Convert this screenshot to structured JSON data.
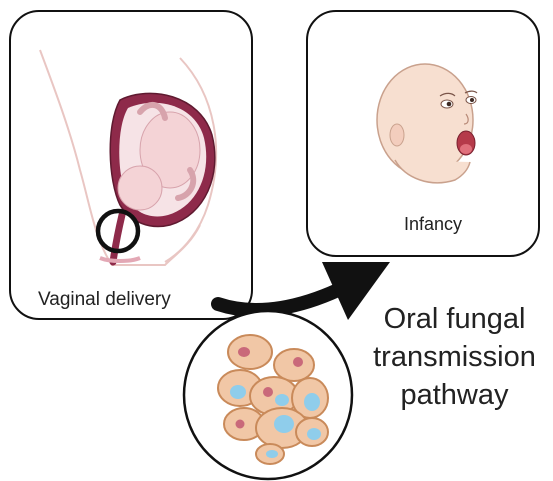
{
  "panels": {
    "left": {
      "label": "Vaginal delivery"
    },
    "right": {
      "label": "Infancy"
    }
  },
  "pathway": {
    "lines": [
      "Oral fungal",
      "transmission",
      "pathway"
    ]
  },
  "colors": {
    "outline": "#111111",
    "uterus": "#8e2a4a",
    "uterus_inner": "#c9708d",
    "fetus": "#f4d3d6",
    "skin": "#f7dfd0",
    "cell_body": "#f1c7a6",
    "cell_outline": "#c98a5a",
    "vacuole": "#8fcdeb",
    "nucleus": "#c9697a"
  }
}
